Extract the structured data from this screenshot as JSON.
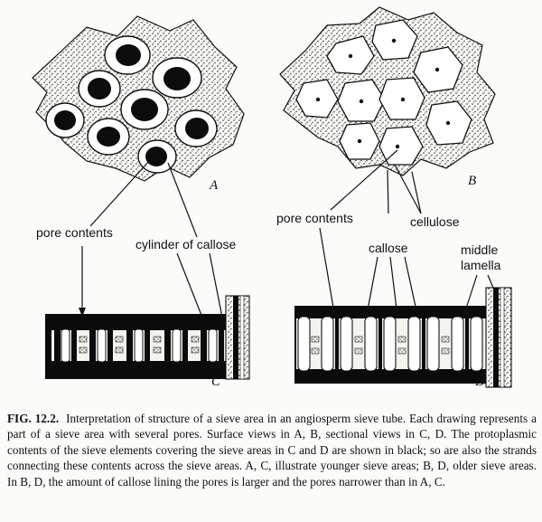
{
  "figure": {
    "panel_letters": {
      "a": "A",
      "b": "B",
      "c": "C",
      "d": "D"
    },
    "labels": {
      "a_pore_contents": "pore contents",
      "a_cylinder_of_callose": "cylinder of callose",
      "b_pore_contents": "pore contents",
      "b_cellulose": "cellulose",
      "b_callose": "callose",
      "b_middle_lamella_1": "middle",
      "b_middle_lamella_2": "lamella"
    }
  },
  "caption": {
    "number": "FIG. 12.2.",
    "text": "Interpretation of structure of a sieve area in an angiosperm sieve tube. Each drawing represents a part of a sieve area with several pores. Surface views in A, B, sectional views in C, D. The protoplasmic contents of the sieve elements covering the sieve areas in C and D are shown in black; so are also the strands connecting these contents across the sieve areas. A, C, illustrate younger sieve areas; B, D, older sieve areas. In B, D, the amount of callose lining the pores is larger and the pores narrower than in A, C."
  }
}
